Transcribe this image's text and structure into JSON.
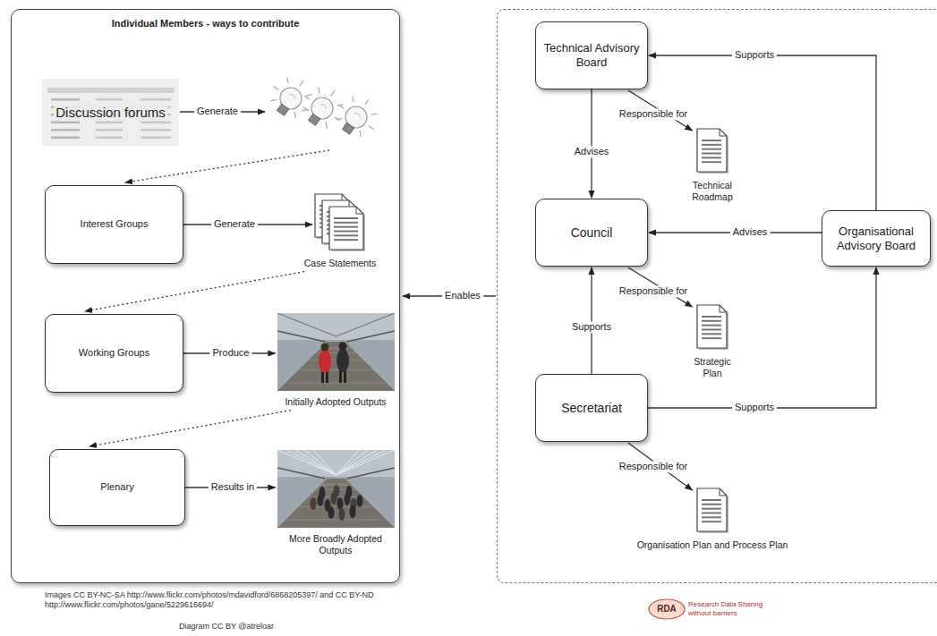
{
  "diagram": {
    "nodes": [
      {
        "text": [
          "Individual Members - ways to contribute"
        ]
      },
      {
        "text": [
          "Discussion forums"
        ],
        "in": 0
      },
      {
        "text": [
          "Interest Groups"
        ],
        "in": 0
      },
      {
        "text": [
          "Case Statements"
        ],
        "in": 0
      },
      {
        "text": [
          "Working Groups"
        ],
        "in": 0
      },
      {
        "text": [
          "Initially Adopted Outputs"
        ],
        "in": 0
      },
      {
        "text": [
          "Plenary"
        ],
        "in": 0
      },
      {
        "text": [
          "More Broadly Adopted Outputs"
        ],
        "in": 0
      },
      {
        "text": [
          "Technical Advisory Board"
        ]
      },
      {
        "text": [
          "Technical Roadmap"
        ]
      },
      {
        "text": [
          "Council"
        ]
      },
      {
        "text": [
          "Organisational Advisory Board"
        ]
      },
      {
        "text": [
          "Strategic Plan"
        ]
      },
      {
        "text": [
          "Secretariat"
        ]
      },
      {
        "text": [
          "Organisation Plan and Process Plan"
        ]
      }
    ],
    "edges": [
      {
        "from": 2,
        "to": 3,
        "label": "Generate",
        "arrow": "to"
      },
      {
        "from": 3,
        "to": 4,
        "arrow": "to"
      },
      {
        "from": 4,
        "to": 5,
        "label": "Produce",
        "arrow": "to"
      },
      {
        "from": 5,
        "to": 6,
        "arrow": "to"
      },
      {
        "from": 6,
        "to": 7,
        "label": "Results in",
        "arrow": "to"
      },
      {
        "from": 8,
        "to": 10,
        "label": "Advises",
        "arrow": "to"
      },
      {
        "from": 8,
        "to": 9,
        "label": "Responsible for",
        "arrow": "to"
      },
      {
        "from": 11,
        "to": 10,
        "label": "Advises",
        "arrow": "to"
      },
      {
        "from": 11,
        "to": 8,
        "label": "Supports",
        "arrow": "to"
      },
      {
        "from": 13,
        "to": 10,
        "label": "Supports",
        "arrow": "to"
      },
      {
        "from": 13,
        "to": 11,
        "label": "Supports",
        "arrow": "to"
      },
      {
        "from": 10,
        "to": 12,
        "label": "Responsible for",
        "arrow": "to"
      },
      {
        "from": 13,
        "to": 14,
        "label": "Responsible for",
        "arrow": "to"
      }
    ],
    "labels": [
      "Generate",
      "Enables",
      "Images CC BY-NC-SA http://www.flickr.com/photos/mdavidford/6868205397/ and CC BY-ND http://www.flickr.com/photos/gane/5229616694/",
      "Diagram CC BY @atreloar",
      "RDA",
      "Research Data Sharing without barriers"
    ]
  }
}
